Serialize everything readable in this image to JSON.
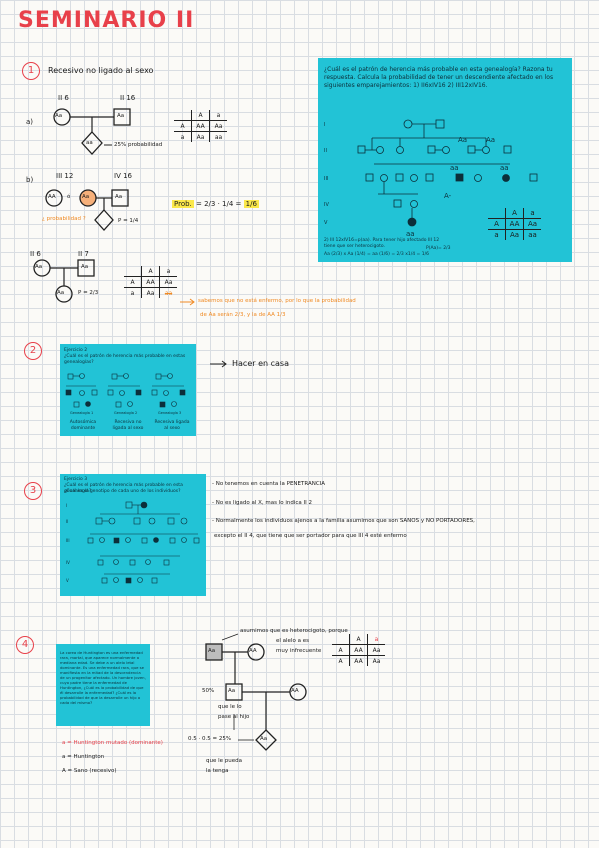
{
  "title": "SEMINARIO II",
  "s1": {
    "number": "1",
    "heading": "Recesivo no ligado al sexo",
    "a": {
      "label": "a)",
      "p1_label": "II 6",
      "p2_label": "II 16",
      "p1": "Aa",
      "p2": "Aa",
      "child": "aa",
      "prob": "25% probabilidad",
      "punnett": {
        "cols": [
          "A",
          "a"
        ],
        "rows": [
          [
            "A",
            "AA",
            "Aa"
          ],
          [
            "a",
            "Aa",
            "aa"
          ]
        ]
      }
    },
    "b": {
      "label": "b)",
      "p1_label": "III 12",
      "p2_label": "IV 16",
      "c1": "AA",
      "or": "ó",
      "c2": "Aa",
      "p2": "Aa",
      "question": "¿ probabilidad ?",
      "child_p": "P = 1/4",
      "prob_label": "Prob.",
      "prob_expr": "= 2/3 · 1/4 =",
      "prob_result": "1/6"
    },
    "c": {
      "p1_label": "II 6",
      "p2_label": "II 7",
      "p1": "Aa",
      "p2": "Aa",
      "child": "Aa",
      "child_p": "P = 2/3",
      "punnett": {
        "cols": [
          "A",
          "a"
        ],
        "rows": [
          [
            "A",
            "AA",
            "Aa"
          ],
          [
            "a",
            "Aa",
            "aa"
          ]
        ]
      },
      "note_line1": "sabemos que no está enfermo, por lo que la probabilidad",
      "note_line2": "de Aa serán 2/3, y la de AA 1/3"
    },
    "problem": {
      "text": "¿Cuál es el patrón de herencia más probable en esta genealogía? Razona tu respuesta. Calcula la probabilidad de tener un descendiente afectado en los siguientes emparejamientos: 1) II6xIV16 2) III12xIV16.",
      "gen_labels": [
        "I",
        "II",
        "III",
        "IV",
        "V"
      ],
      "hand_labels": [
        "Aa",
        "Aa",
        "aa",
        "aa",
        "A-",
        "aa"
      ],
      "footer1": "2) III 12xIV16=p(aa). Para tener hijo afectado III 12",
      "footer2": "tiene que ser heterocigoto.",
      "footer3": "P(Aa)= 2/3",
      "footer4": "Aa (2/3) x  Aa (1/4) = aa (1/6) = 2/3 x1/4 = 1/6",
      "punnett": {
        "cols": [
          "A",
          "a"
        ],
        "rows": [
          [
            "A",
            "AA",
            "Aa"
          ],
          [
            "a",
            "Aa",
            "aa"
          ]
        ]
      }
    }
  },
  "s2": {
    "number": "2",
    "arrow_text": "Hacer en casa",
    "problem_head": "Ejercicio 2",
    "problem_text": "¿Cuál es el patrón de herencia más probable en estas genealogías?",
    "captions": [
      "Autosómica dominante",
      "Recesiva no ligada al sexo",
      "Recesiva ligada al sexo"
    ],
    "genealogy_labels": [
      "Genealogía 1",
      "Genealogía 2",
      "Genealogía 3"
    ]
  },
  "s3": {
    "number": "3",
    "problem_head": "Ejercicio 3",
    "problem_text1": "¿Cuál es el patrón de herencia más probable en esta genealogía?",
    "problem_text2": "¿Cuál es el genotipo de cada uno de los individuos?",
    "gen_labels": [
      "I",
      "II",
      "III",
      "IV",
      "V"
    ],
    "bullets": [
      "- No tenemos en cuenta la PENETRANCIA",
      "- No es ligado al X, mas lo indica II 2",
      "- Normalmente los individuos ajenos a la familia asumimos que son SANOS y NO PORTADORES,",
      "excepto el II 4, que tiene que ser portador para que III 4 esté enfermo"
    ]
  },
  "s4": {
    "number": "4",
    "problem_text": "La corea de Huntington es una enfermedad rara, mortal, que aparece normalmente a mediana edad. Se debe a un alelo letal dominante. Es una enfermedad rara, que se manifiesta en la mitad de la descendencia de un progenitor afectado. Un hombre joven, cuyo padre tiene la enfermedad de Huntington, ¿Cuál es la probabilidad de que él desarrolle la enfermedad? ¿Cuál es la probabilidad de que la desarrolle un hijo o cada del mismo?",
    "legend": [
      {
        "text": "a = Huntington mutado (dominante)",
        "color": "#e8404a"
      },
      {
        "text": "a = Huntington",
        "color": "#1a1a1a"
      },
      {
        "text": "A = Sano (recesivo)",
        "color": "#1a1a1a"
      }
    ],
    "note_top1": "asumimos que es heterocigoto, porque",
    "note_top2": "el alelo a es",
    "note_top3": "muy infrecuente",
    "gp1": "Aa",
    "gp2": "AA",
    "p1": "Aa",
    "p2": "AA",
    "pct": "50%",
    "note_mid1": "que le lo",
    "note_mid2": "pase al hijo",
    "calc": "0.5 · 0.5 = 25%",
    "note_bot1": "que le pueda",
    "note_bot2": "la tenga",
    "child": "Aa",
    "punnett": {
      "cols": [
        "A",
        "a"
      ],
      "rows": [
        [
          "A",
          "AA",
          "Aa"
        ],
        [
          "A",
          "AA",
          "Aa"
        ]
      ]
    }
  },
  "colors": {
    "accent": "#e8404a",
    "orange": "#f08a24",
    "cyan": "#22c3d6",
    "highlight": "#fbe84a"
  }
}
